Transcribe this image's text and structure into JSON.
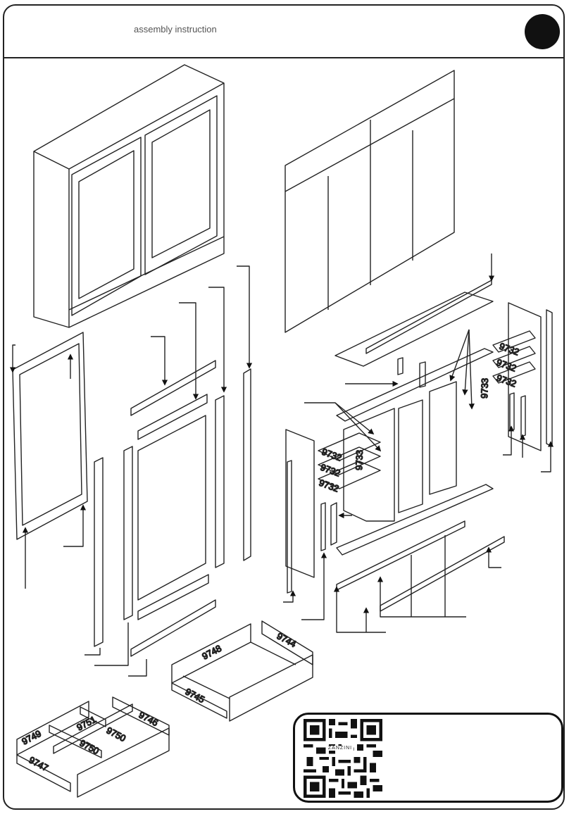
{
  "header": {
    "title": "assembly instruction"
  },
  "parts": {
    "p9732": "9732",
    "p9733": "9733",
    "p9744": "9744",
    "p9745": "9745",
    "p9746": "9746",
    "p9747": "9747",
    "p9748": "9748",
    "p9749": "9749",
    "p9750": "9750",
    "p9751": "9751"
  },
  "qr": {
    "brand": "ZANZINI"
  },
  "colors": {
    "line": "#222222",
    "step_circle": "#111111"
  }
}
